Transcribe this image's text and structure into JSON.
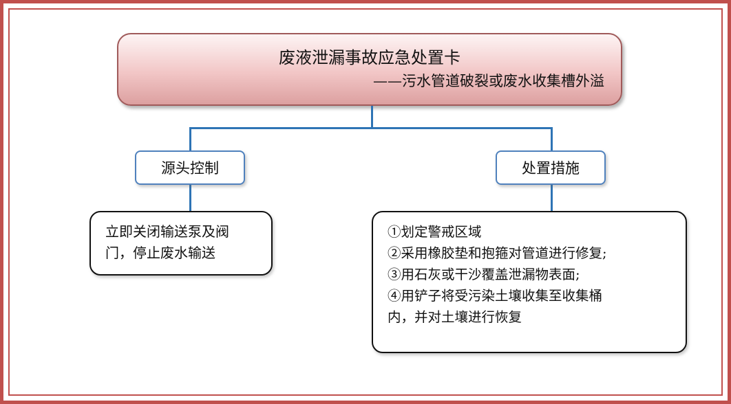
{
  "title": {
    "main": "废液泄漏事故应急处置卡",
    "sub": "——污水管道破裂或废水收集槽外溢"
  },
  "branches": [
    {
      "label": "源头控制",
      "lines": [
        "立即关闭输送泵及阀",
        "门，停止废水输送"
      ]
    },
    {
      "label": "处置措施",
      "lines": [
        "①划定警戒区域",
        "②采用橡胶垫和抱箍对管道进行修复;",
        "③用石灰或干沙覆盖泄漏物表面;",
        "④用铲子将受污染土壤收集至收集桶",
        "内，并对土壤进行恢复"
      ]
    }
  ],
  "colors": {
    "frame": "#c0504d",
    "connector": "#2e74b5",
    "head_border": "#4f81bd"
  }
}
